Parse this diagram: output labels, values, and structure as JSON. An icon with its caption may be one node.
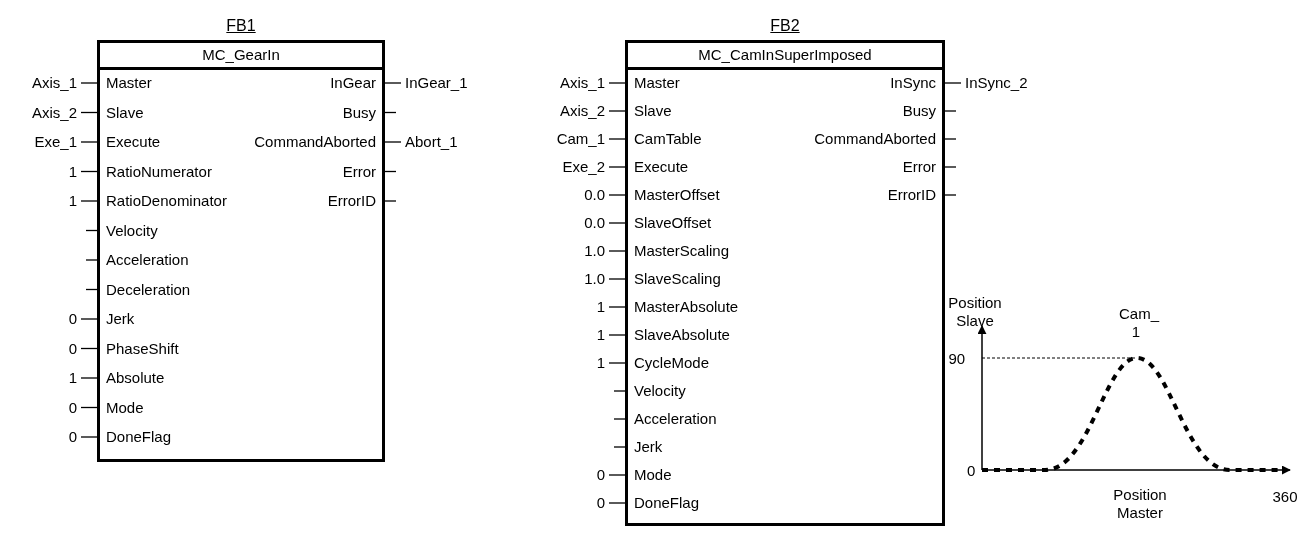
{
  "diagram": {
    "nodes": [
      {
        "text": [
          "FB1",
          "MC_GearIn"
        ]
      },
      {
        "text": [
          "Master"
        ],
        "in": 0
      },
      {
        "text": [
          "Slave"
        ],
        "in": 0
      },
      {
        "text": [
          "Execute"
        ],
        "in": 0
      },
      {
        "text": [
          "RatioNumerator"
        ],
        "in": 0
      },
      {
        "text": [
          "RatioDenominator"
        ],
        "in": 0
      },
      {
        "text": [
          "Velocity"
        ],
        "in": 0
      },
      {
        "text": [
          "Acceleration"
        ],
        "in": 0
      },
      {
        "text": [
          "Deceleration"
        ],
        "in": 0
      },
      {
        "text": [
          "Jerk"
        ],
        "in": 0
      },
      {
        "text": [
          "PhaseShift"
        ],
        "in": 0
      },
      {
        "text": [
          "Absolute"
        ],
        "in": 0
      },
      {
        "text": [
          "Mode"
        ],
        "in": 0
      },
      {
        "text": [
          "DoneFlag"
        ],
        "in": 0
      },
      {
        "text": [
          "InGear"
        ],
        "in": 0
      },
      {
        "text": [
          "Busy"
        ],
        "in": 0
      },
      {
        "text": [
          "CommandAborted"
        ],
        "in": 0
      },
      {
        "text": [
          "Error"
        ],
        "in": 0
      },
      {
        "text": [
          "ErrorID"
        ],
        "in": 0
      },
      {
        "text": [
          "FB2",
          "MC_CamInSuperImposed"
        ]
      },
      {
        "text": [
          "Master"
        ],
        "in": 19
      },
      {
        "text": [
          "Slave"
        ],
        "in": 19
      },
      {
        "text": [
          "CamTable"
        ],
        "in": 19
      },
      {
        "text": [
          "Execute"
        ],
        "in": 19
      },
      {
        "text": [
          "MasterOffset"
        ],
        "in": 19
      },
      {
        "text": [
          "SlaveOffset"
        ],
        "in": 19
      },
      {
        "text": [
          "MasterScaling"
        ],
        "in": 19
      },
      {
        "text": [
          "SlaveScaling"
        ],
        "in": 19
      },
      {
        "text": [
          "MasterAbsolute"
        ],
        "in": 19
      },
      {
        "text": [
          "SlaveAbsolute"
        ],
        "in": 19
      },
      {
        "text": [
          "CycleMode"
        ],
        "in": 19
      },
      {
        "text": [
          "Velocity"
        ],
        "in": 19
      },
      {
        "text": [
          "Acceleration"
        ],
        "in": 19
      },
      {
        "text": [
          "Jerk"
        ],
        "in": 19
      },
      {
        "text": [
          "Mode"
        ],
        "in": 19
      },
      {
        "text": [
          "DoneFlag"
        ],
        "in": 19
      },
      {
        "text": [
          "InSync"
        ],
        "in": 19
      },
      {
        "text": [
          "Busy"
        ],
        "in": 19
      },
      {
        "text": [
          "CommandAborted"
        ],
        "in": 19
      },
      {
        "text": [
          "Error"
        ],
        "in": 19
      },
      {
        "text": [
          "ErrorID"
        ],
        "in": 19
      },
      {
        "text": [
          "Axis_1"
        ]
      },
      {
        "text": [
          "Axis_2"
        ]
      },
      {
        "text": [
          "Exe_1"
        ]
      },
      {
        "text": [
          "1"
        ]
      },
      {
        "text": [
          "1"
        ]
      },
      {
        "text": [
          "0"
        ]
      },
      {
        "text": [
          "0"
        ]
      },
      {
        "text": [
          "1"
        ]
      },
      {
        "text": [
          "0"
        ]
      },
      {
        "text": [
          "0"
        ]
      },
      {
        "text": [
          "InGear_1"
        ]
      },
      {
        "text": [
          "Abort_1"
        ]
      },
      {
        "text": [
          "Axis_1"
        ]
      },
      {
        "text": [
          "Axis_2"
        ]
      },
      {
        "text": [
          "Cam_1"
        ]
      },
      {
        "text": [
          "Exe_2"
        ]
      },
      {
        "text": [
          "0.0"
        ]
      },
      {
        "text": [
          "0.0"
        ]
      },
      {
        "text": [
          "1.0"
        ]
      },
      {
        "text": [
          "1.0"
        ]
      },
      {
        "text": [
          "1"
        ]
      },
      {
        "text": [
          "1"
        ]
      },
      {
        "text": [
          "1"
        ]
      },
      {
        "text": [
          "0"
        ]
      },
      {
        "text": [
          "0"
        ]
      },
      {
        "text": [
          "InSync_2"
        ]
      }
    ],
    "edges": [
      {
        "from": 41,
        "to": 1,
        "arrow": "none"
      },
      {
        "from": 42,
        "to": 2,
        "arrow": "none"
      },
      {
        "from": 43,
        "to": 3,
        "arrow": "none"
      },
      {
        "from": 44,
        "to": 4,
        "arrow": "none"
      },
      {
        "from": 45,
        "to": 5,
        "arrow": "none"
      },
      {
        "from": null,
        "to": 6,
        "arrow": "none"
      },
      {
        "from": null,
        "to": 7,
        "arrow": "none"
      },
      {
        "from": null,
        "to": 8,
        "arrow": "none"
      },
      {
        "from": 46,
        "to": 9,
        "arrow": "none"
      },
      {
        "from": 47,
        "to": 10,
        "arrow": "none"
      },
      {
        "from": 48,
        "to": 11,
        "arrow": "none"
      },
      {
        "from": 49,
        "to": 12,
        "arrow": "none"
      },
      {
        "from": 50,
        "to": 13,
        "arrow": "none"
      },
      {
        "from": 14,
        "to": 51,
        "arrow": "none"
      },
      {
        "from": 15,
        "to": null,
        "arrow": "none"
      },
      {
        "from": 16,
        "to": 52,
        "arrow": "none"
      },
      {
        "from": 17,
        "to": null,
        "arrow": "none"
      },
      {
        "from": 18,
        "to": null,
        "arrow": "none"
      },
      {
        "from": 53,
        "to": 20,
        "arrow": "none"
      },
      {
        "from": 54,
        "to": 21,
        "arrow": "none"
      },
      {
        "from": 55,
        "to": 22,
        "arrow": "none"
      },
      {
        "from": 56,
        "to": 23,
        "arrow": "none"
      },
      {
        "from": 57,
        "to": 24,
        "arrow": "none"
      },
      {
        "from": 58,
        "to": 25,
        "arrow": "none"
      },
      {
        "from": 59,
        "to": 26,
        "arrow": "none"
      },
      {
        "from": 60,
        "to": 27,
        "arrow": "none"
      },
      {
        "from": 61,
        "to": 28,
        "arrow": "none"
      },
      {
        "from": 62,
        "to": 29,
        "arrow": "none"
      },
      {
        "from": 63,
        "to": 30,
        "arrow": "none"
      },
      {
        "from": null,
        "to": 31,
        "arrow": "none"
      },
      {
        "from": null,
        "to": 32,
        "arrow": "none"
      },
      {
        "from": null,
        "to": 33,
        "arrow": "none"
      },
      {
        "from": 64,
        "to": 34,
        "arrow": "none"
      },
      {
        "from": 65,
        "to": 35,
        "arrow": "none"
      },
      {
        "from": 36,
        "to": 66,
        "arrow": "none"
      },
      {
        "from": 37,
        "to": null,
        "arrow": "none"
      },
      {
        "from": 38,
        "to": null,
        "arrow": "none"
      },
      {
        "from": 39,
        "to": null,
        "arrow": "none"
      },
      {
        "from": 40,
        "to": null,
        "arrow": "none"
      }
    ],
    "labels": [
      "Position Slave",
      "Cam_ 1",
      "90",
      "0",
      "Position Master",
      "360"
    ]
  }
}
